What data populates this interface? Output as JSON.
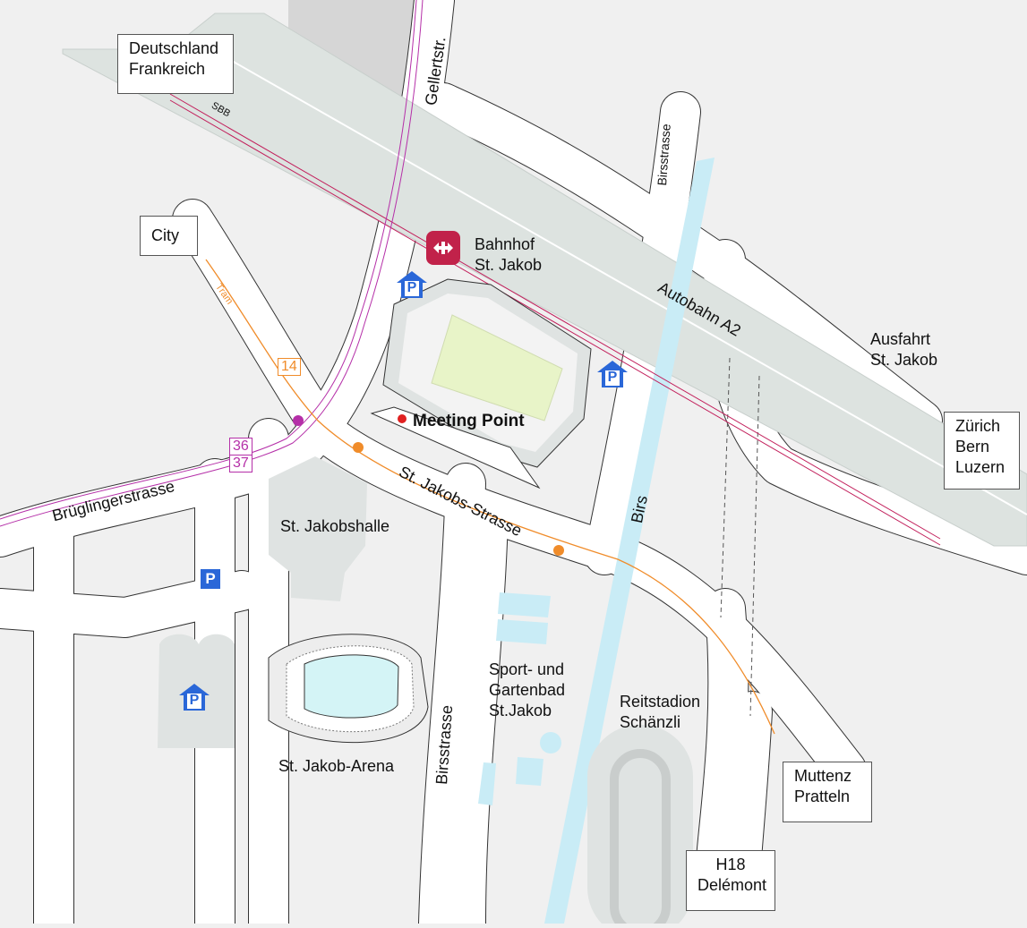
{
  "destinations": {
    "deutschland": [
      "Deutschland",
      "Frankreich"
    ],
    "city": "City",
    "zuerich": [
      "Zürich",
      "Bern",
      "Luzern"
    ],
    "muttenz": [
      "Muttenz",
      "Pratteln"
    ],
    "h18": [
      "H18",
      "Delémont"
    ]
  },
  "roads": {
    "gellertstr": "Gellertstr.",
    "birsstrasse_top": "Birsstrasse",
    "birsstrasse_bottom": "Birsstrasse",
    "autobahn": "Autobahn A2",
    "ausfahrt": [
      "Ausfahrt",
      "St. Jakob"
    ],
    "brueglinger": "Brüglingerstrasse",
    "st_jakobs_strasse": "St. Jakobs-Strasse",
    "sbb": "SBB",
    "tram": "Tram"
  },
  "places": {
    "bahnhof": [
      "Bahnhof",
      "St. Jakob"
    ],
    "meeting_point": "Meeting Point",
    "jakobshalle": "St. Jakobshalle",
    "arena": "St. Jakob-Arena",
    "gartenbad": [
      "Sport- und",
      "Gartenbad",
      "St.Jakob"
    ],
    "reitstadion": [
      "Reitstadion",
      "Schänzli"
    ],
    "birs": "Birs"
  },
  "transit": {
    "tram_line": "14",
    "bus_lines": [
      "36",
      "37"
    ]
  },
  "parking_label": "P",
  "colors": {
    "background": "#f0f0f0",
    "road_fill": "#ffffff",
    "road_edge": "#333333",
    "motorway": "#dde3e0",
    "building": "#dfe3e2",
    "river": "#c9ecf6",
    "pitch": "#e8f4c8",
    "ice": "#d4f4f6",
    "tram": "#f08c2a",
    "bus": "#b52fa8",
    "railway": "#c2205c",
    "parking": "#2a67d8",
    "meeting_point": "#e02020",
    "sbb": "#c1224a"
  }
}
